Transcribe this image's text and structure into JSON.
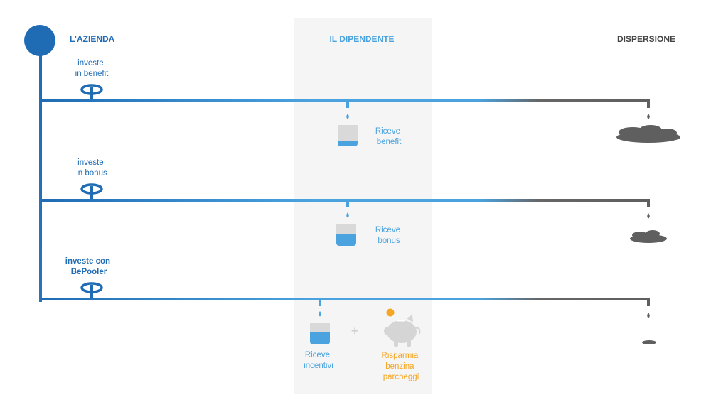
{
  "headers": {
    "company": "L’AZIENDA",
    "employee": "IL DIPENDENTE",
    "dispersion": "DISPERSIONE"
  },
  "rows": [
    {
      "invest": [
        "investe",
        "in benefit"
      ],
      "receive": [
        "Riceve",
        "benefit"
      ],
      "glass_fill": 0.25,
      "puddle_size": "large"
    },
    {
      "invest": [
        "investe",
        "in bonus"
      ],
      "receive": [
        "Riceve",
        "bonus"
      ],
      "glass_fill": 0.55,
      "puddle_size": "medium"
    },
    {
      "invest": [
        "investe con",
        "BePooler"
      ],
      "receive": [
        "Riceve",
        "incentivi"
      ],
      "glass_fill": 0.65,
      "puddle_size": "small",
      "plus": "+",
      "saving": [
        "Risparmia",
        "benzina",
        "parcheggi"
      ]
    }
  ],
  "colors": {
    "company_blue": "#1f6cb5",
    "light_blue": "#4aa3df",
    "gray": "#5f5f5f",
    "glass_gray": "#d9d9d9",
    "panel": "#f5f5f5",
    "orange": "#f5a623",
    "piggy": "#d5d5d5"
  },
  "icons": [
    "valve-icon",
    "drop-icon",
    "glass-icon",
    "puddle-icon",
    "piggy-bank-icon",
    "coin-icon"
  ]
}
